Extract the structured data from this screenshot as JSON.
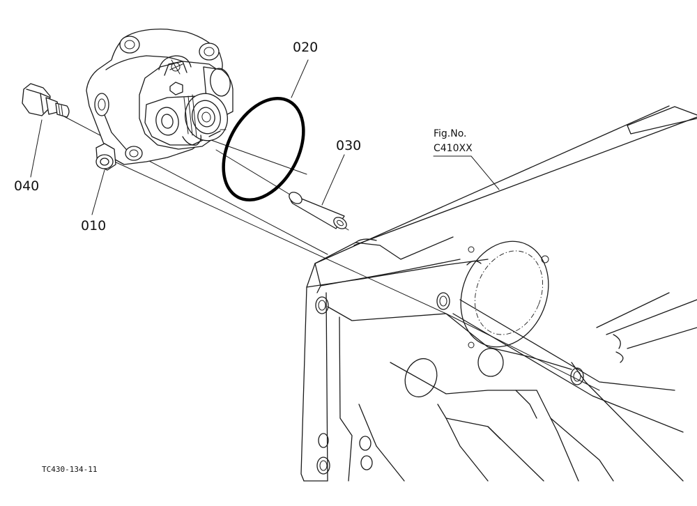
{
  "callouts": {
    "part_010": "010",
    "part_020": "020",
    "part_030": "030",
    "part_040": "040"
  },
  "figure_reference": {
    "line1": "Fig.No.",
    "line2": "C410XX"
  },
  "drawing_id": "TC430-134-11",
  "colors": {
    "line": "#1a1a1a",
    "background": "#ffffff"
  }
}
